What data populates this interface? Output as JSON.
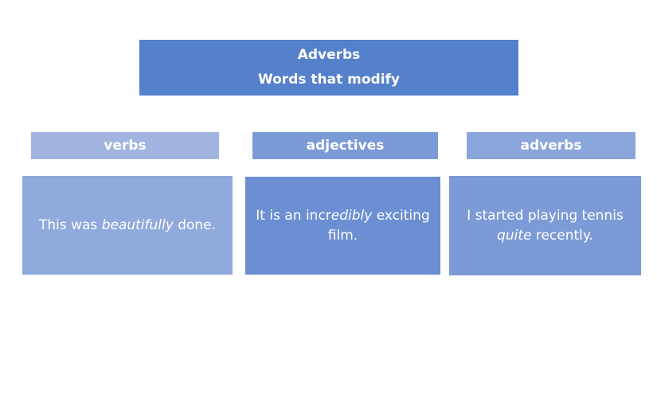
{
  "header": {
    "title": "Adverbs",
    "subtitle": "Words that modify"
  },
  "categories": [
    {
      "label": "verbs",
      "example": {
        "before": "This was ",
        "emphasis": "beautifully",
        "after": " done."
      }
    },
    {
      "label": "adjectives",
      "example": {
        "before": "It is an incr",
        "emphasis": "edibly",
        "after": " exciting film."
      }
    },
    {
      "label": "adverbs",
      "example": {
        "before": "I started playing tennis ",
        "emphasis": "quite",
        "after": " recently."
      }
    }
  ],
  "colors": {
    "title_box": "#5580cc",
    "verbs_label": "#a1b5e0",
    "adjectives_label": "#7b9ad8",
    "adverbs_label": "#8ba6db",
    "verbs_box": "#91aadd",
    "adjectives_box": "#6c8ed2",
    "adverbs_box": "#7c9bd6",
    "text": "#ffffff"
  }
}
